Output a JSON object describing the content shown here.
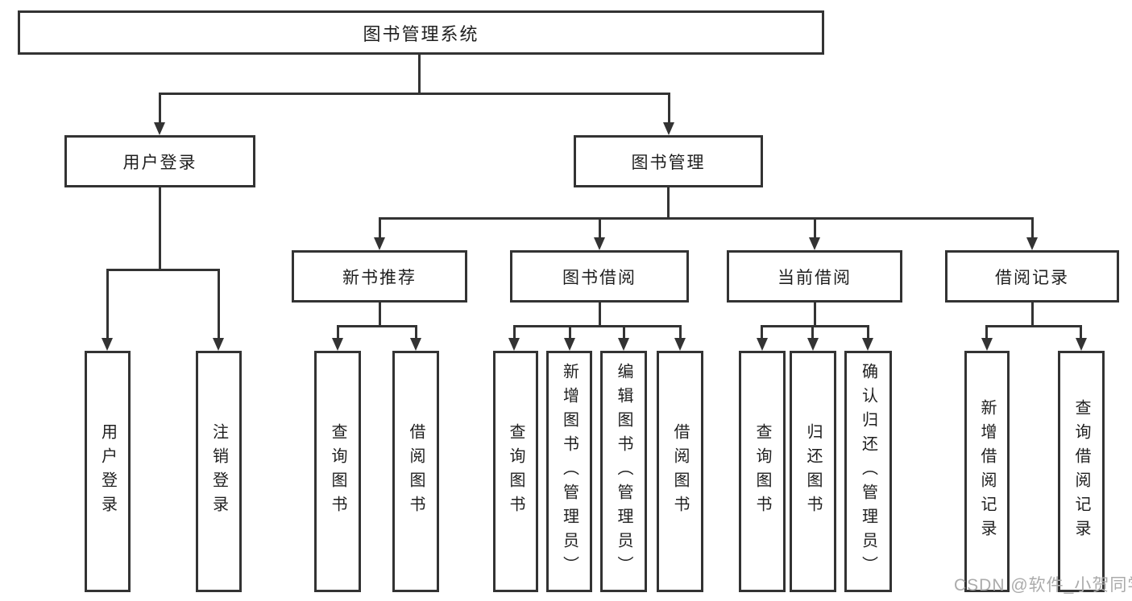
{
  "diagram_title": "图书管理系统",
  "tree": {
    "root": {
      "label": "图书管理系统",
      "children": [
        {
          "label": "用户登录",
          "children": [
            {
              "label": "用户登录"
            },
            {
              "label": "注销登录"
            }
          ]
        },
        {
          "label": "图书管理",
          "children": [
            {
              "label": "新书推荐",
              "children": [
                {
                  "label": "查询图书"
                },
                {
                  "label": "借阅图书"
                }
              ]
            },
            {
              "label": "图书借阅",
              "children": [
                {
                  "label": "查询图书"
                },
                {
                  "label": "新增图书（管理员）"
                },
                {
                  "label": "编辑图书（管理员）"
                },
                {
                  "label": "借阅图书"
                }
              ]
            },
            {
              "label": "当前借阅",
              "children": [
                {
                  "label": "查询图书"
                },
                {
                  "label": "归还图书"
                },
                {
                  "label": "确认归还（管理员）"
                }
              ]
            },
            {
              "label": "借阅记录",
              "children": [
                {
                  "label": "新增借阅记录"
                },
                {
                  "label": "查询借阅记录"
                }
              ]
            }
          ]
        }
      ]
    }
  },
  "watermark": "CSDN @软件_小贺同学",
  "colors": {
    "line": "#333333",
    "text": "#1f1f1f",
    "watermark": "#ababab",
    "background": "#ffffff"
  }
}
